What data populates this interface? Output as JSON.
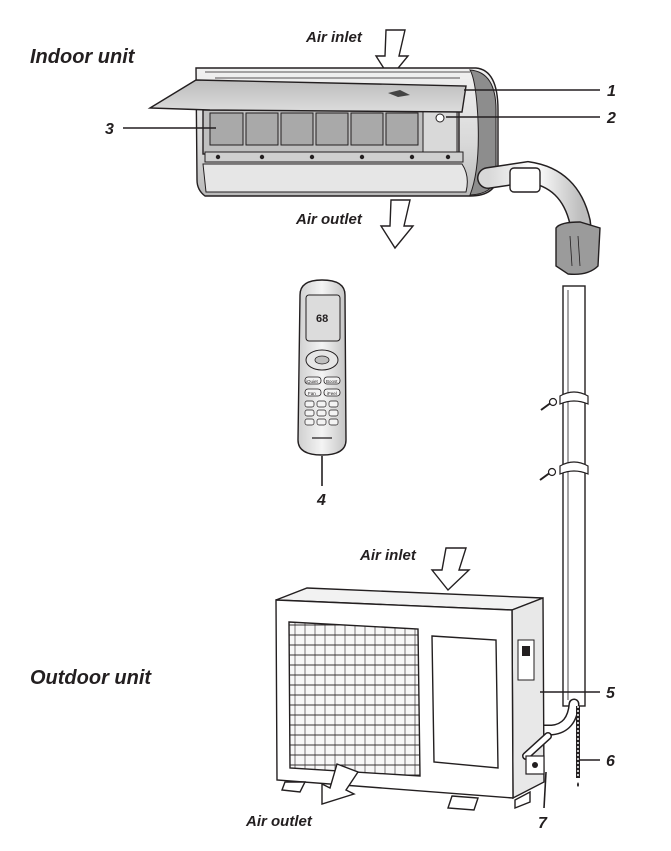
{
  "headings": {
    "indoor": "Indoor unit",
    "outdoor": "Outdoor unit"
  },
  "airflow": {
    "indoor_inlet": "Air inlet",
    "indoor_outlet": "Air outlet",
    "outdoor_inlet": "Air inlet",
    "outdoor_outlet": "Air outlet"
  },
  "callouts": {
    "n1": "1",
    "n2": "2",
    "n3": "3",
    "n4": "4",
    "n5": "5",
    "n6": "6",
    "n7": "7"
  },
  "remote": {
    "display_temp": "68",
    "btn_row1": [
      "iQuiet",
      "Boost"
    ],
    "btn_row2": [
      "Fan",
      "iFeel"
    ]
  },
  "colors": {
    "ink": "#231f20",
    "panel_gray": "#c9c9c9",
    "body_gray": "#e2e2e2",
    "shadow_gray": "#a7a7a7"
  }
}
